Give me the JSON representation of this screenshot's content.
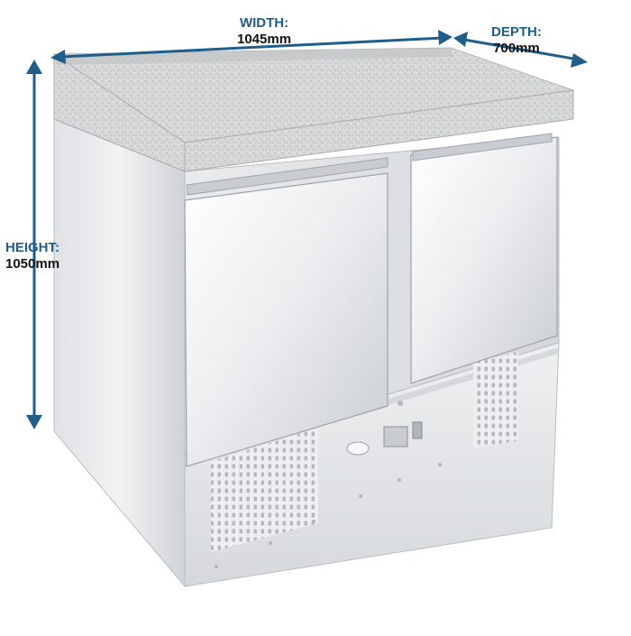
{
  "dimensions": {
    "width": {
      "label": "WIDTH:",
      "value": "1045mm"
    },
    "depth": {
      "label": "DEPTH:",
      "value": "700mm"
    },
    "height": {
      "label": "HEIGHT:",
      "value": "1050mm"
    }
  },
  "colors": {
    "label": "#1f5d8a",
    "arrow": "#1f5d8a",
    "value_text": "#111111",
    "steel_light": "#f4f5f6",
    "steel_mid": "#d9dcdf",
    "steel_dark": "#a9adb1",
    "granite": "#d3d4d5"
  },
  "product": {
    "type": "two-door refrigerated pizza prep counter with granite top",
    "doors": 2
  }
}
